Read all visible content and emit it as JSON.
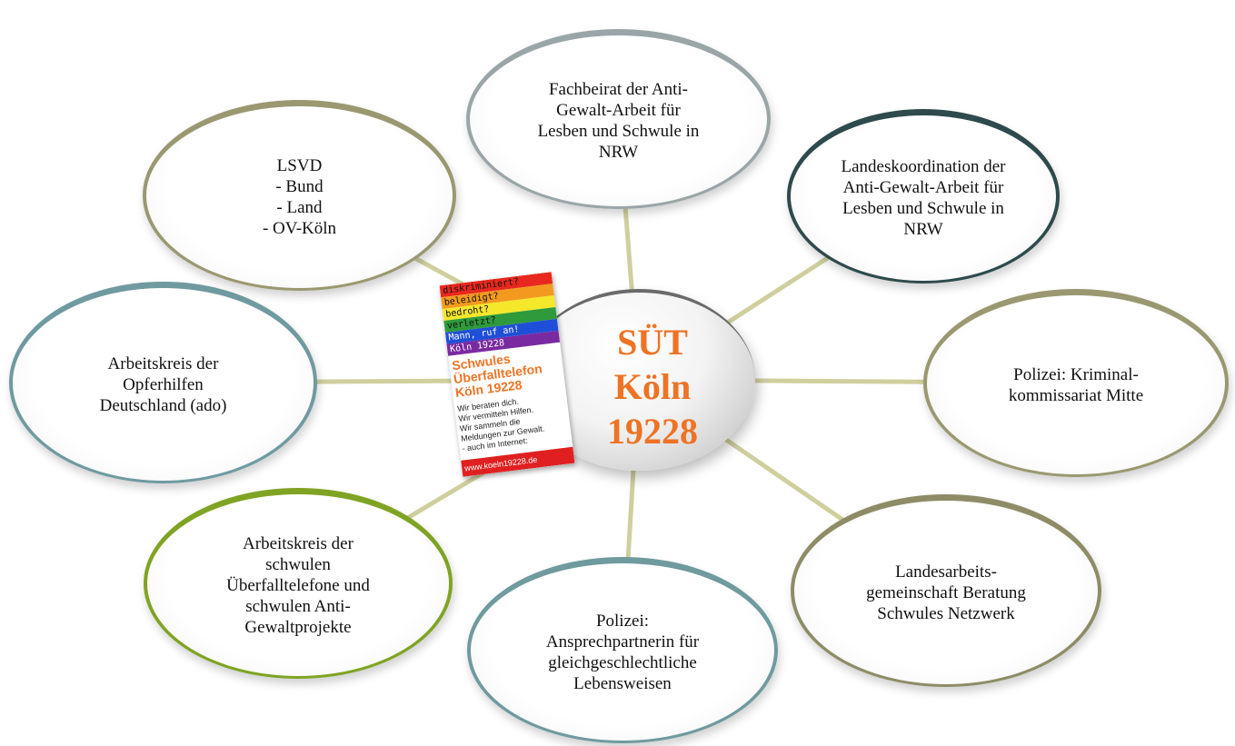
{
  "center": {
    "title": "SÜT\nKöln\n19228"
  },
  "poster": {
    "stripes": [
      {
        "text": "diskriminiert?",
        "color": "#e8281e"
      },
      {
        "text": "beleidigt?",
        "color": "#f39a1e"
      },
      {
        "text": "bedroht?",
        "color": "#f5e72a"
      },
      {
        "text": "verletzt?",
        "color": "#2e9a3c"
      },
      {
        "text": "Mann, ruf an!",
        "color": "#1f4fd8"
      },
      {
        "text": "Köln 19228",
        "color": "#7a2aa0"
      }
    ],
    "heading": "Schwules\nÜberfalltelefon\nKöln 19228",
    "body": "Wir beraten dich.\nWir vermitteln Hilfen.\nWir sammeln die\nMeldungen zur Gewalt.\n- auch im Internet:",
    "url": "www.koeln19228.de"
  },
  "nodes": [
    {
      "id": "fachbeirat",
      "label": "Fachbeirat der Anti-\nGewalt-Arbeit für\nLesben und Schwule in\nNRW",
      "border_color": "#9aa5a8"
    },
    {
      "id": "landeskoordination",
      "label": "Landeskoordination der\nAnti-Gewalt-Arbeit für\nLesben und Schwule in\nNRW",
      "border_color": "#2e4a4c"
    },
    {
      "id": "polizei-kriminal",
      "label": "Polizei: Kriminal-\nkommissariat Mitte",
      "border_color": "#9a9870"
    },
    {
      "id": "landesarbeitsgemeinschaft",
      "label": "Landesarbeits-\ngemeinschaft Beratung\nSchwules Netzwerk",
      "border_color": "#8e8c66"
    },
    {
      "id": "polizei-ansprechpartnerin",
      "label": "Polizei:\nAnsprechpartnerin für\ngleichgeschlechtliche\nLebensweisen",
      "border_color": "#6f9a9e"
    },
    {
      "id": "arbeitskreis-ueberfalltelefone",
      "label": "Arbeitskreis der\nschwulen\nÜberfalltelefone und\nschwulen Anti-\nGewaltprojekte",
      "border_color": "#7fa323"
    },
    {
      "id": "arbeitskreis-opferhilfen",
      "label": "Arbeitskreis der\nOpferhilfen\nDeutschland (ado)",
      "border_color": "#6f9aa0"
    },
    {
      "id": "lsvd",
      "label": "LSVD\n- Bund\n- Land\n- OV-Köln",
      "border_color": "#9a9870"
    }
  ],
  "connector_color": "#cfcf9e"
}
